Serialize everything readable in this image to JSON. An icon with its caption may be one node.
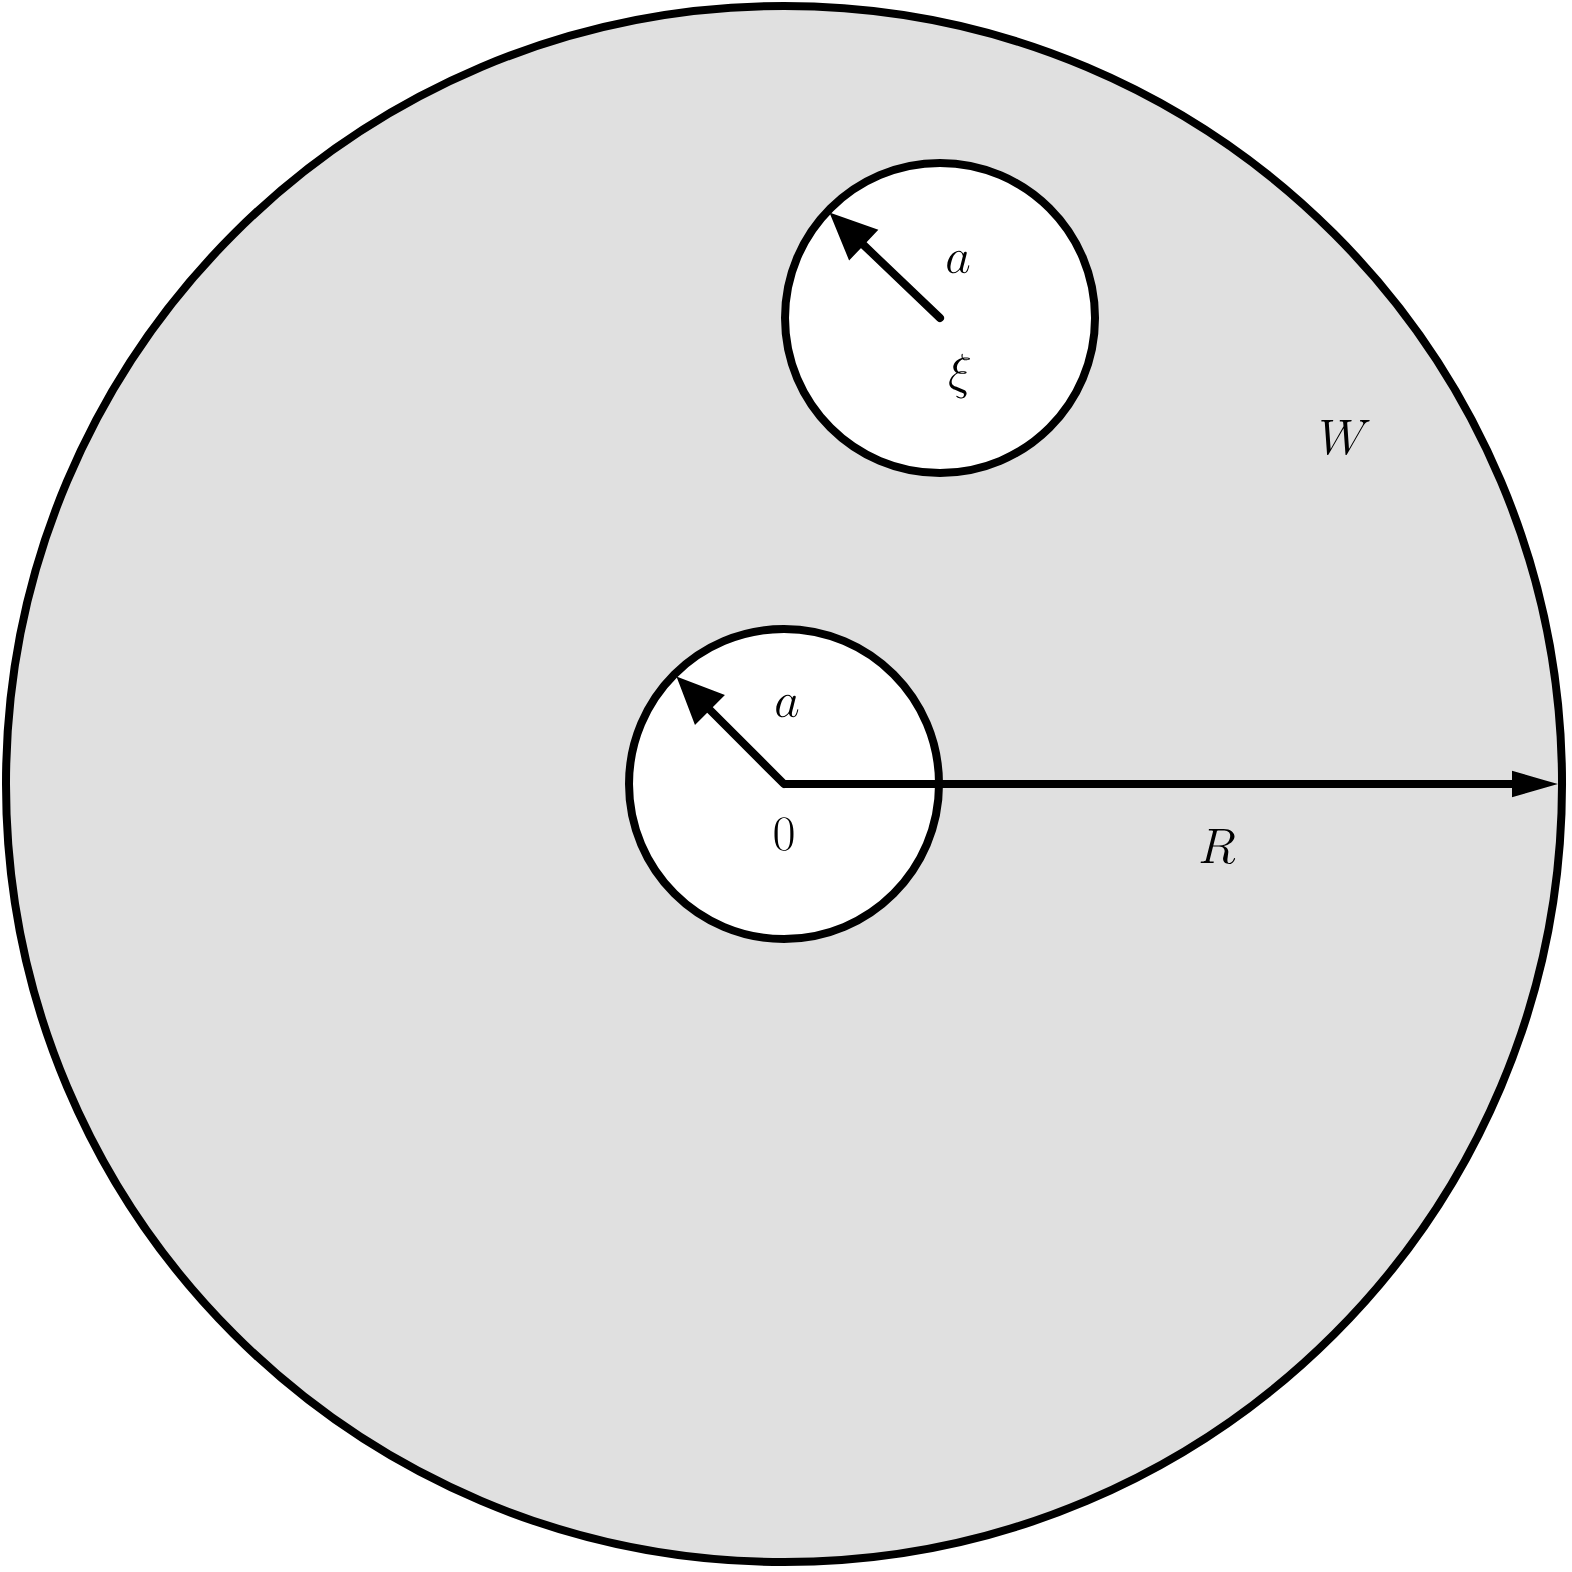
{
  "diagram": {
    "nodes": [
      {
        "text": [
          "W"
        ]
      },
      {
        "text": [
          "a",
          "\\xi"
        ],
        "in": 0
      },
      {
        "text": [
          "a",
          "0"
        ],
        "in": 0
      }
    ],
    "labels": [
      "R"
    ]
  }
}
